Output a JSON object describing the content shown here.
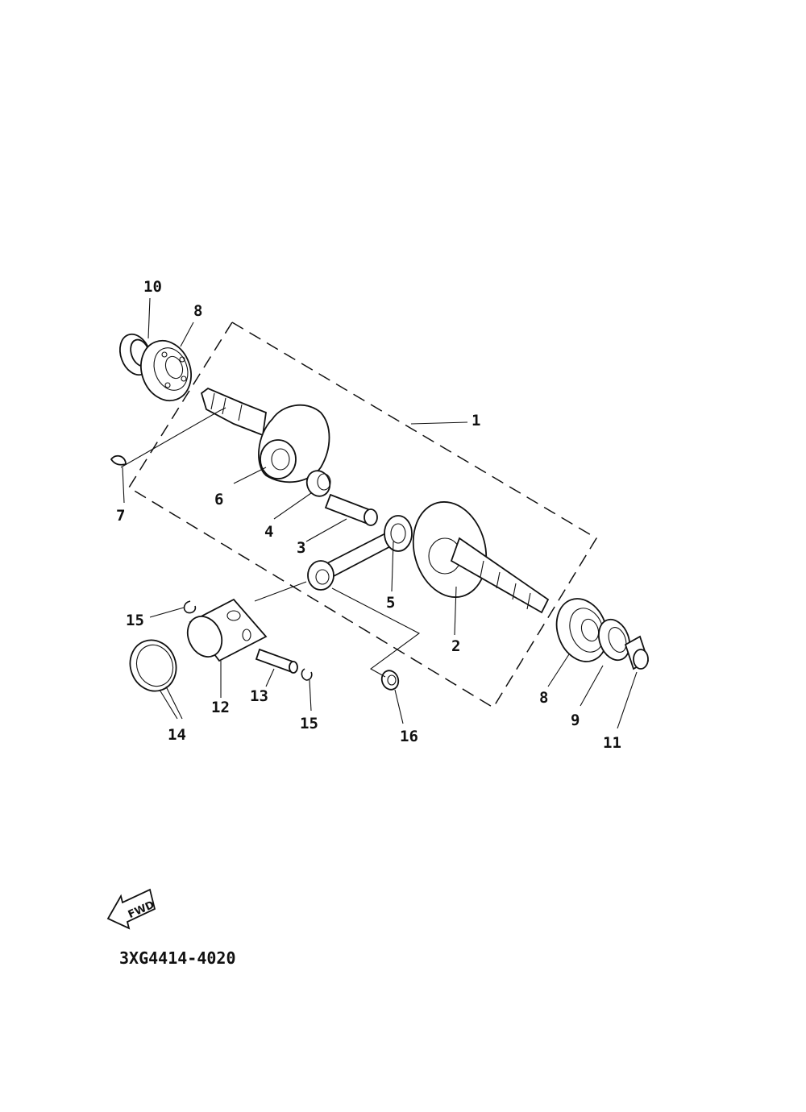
{
  "diagram": {
    "callouts": {
      "c1": "1",
      "c2": "2",
      "c3": "3",
      "c4": "4",
      "c5": "5",
      "c6": "6",
      "c7": "7",
      "c8a": "8",
      "c8b": "8",
      "c9": "9",
      "c10": "10",
      "c11": "11",
      "c12": "12",
      "c13": "13",
      "c14": "14",
      "c15a": "15",
      "c15b": "15",
      "c16": "16"
    },
    "fwd_label": "FWD",
    "part_code": "3XG4414-4020"
  }
}
